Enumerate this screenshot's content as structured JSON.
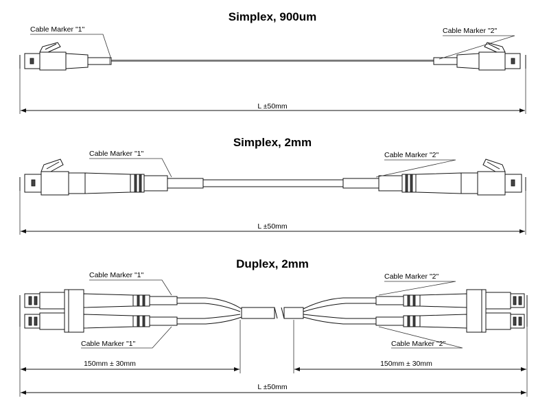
{
  "sections": [
    {
      "title": "Simplex, 900um",
      "marker_left": "Cable Marker \"1\"",
      "marker_right": "Cable Marker \"2\"",
      "length": "L ±50mm"
    },
    {
      "title": "Simplex, 2mm",
      "marker_left": "Cable Marker \"1\"",
      "marker_right": "Cable Marker \"2\"",
      "length": "L ±50mm"
    },
    {
      "title": "Duplex, 2mm",
      "marker_top_left": "Cable Marker \"1\"",
      "marker_bottom_left": "Cable Marker \"1\"",
      "marker_top_right": "Cable Marker \"2\"",
      "marker_bottom_right": "Cable Marker \"2\"",
      "breakout_left": "150mm ± 30mm",
      "breakout_right": "150mm ± 30mm",
      "length": "L ±50mm"
    }
  ]
}
